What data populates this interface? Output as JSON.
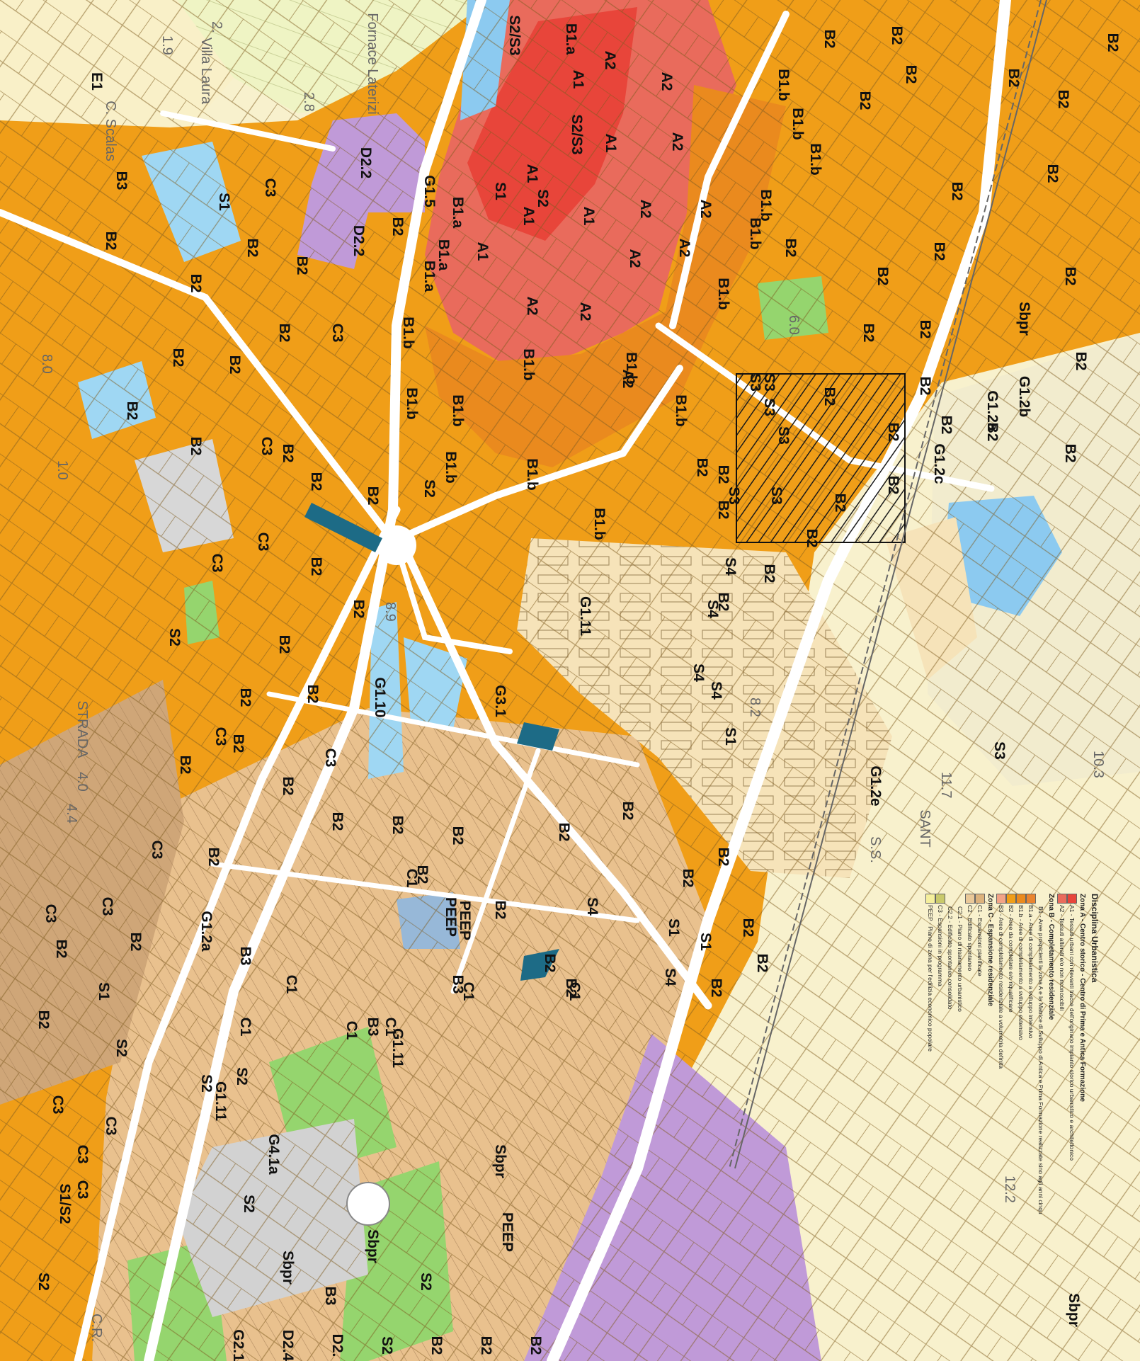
{
  "colors": {
    "A1": "#e8453a",
    "A2": "#e96b5c",
    "B1a": "#e9842f",
    "B1b": "#ea8a1e",
    "B2": "#f09e18",
    "B3": "#f2a386",
    "C1": "#dcb27c",
    "C2": "#e9c898",
    "C3": "#cfa678",
    "PEEP": "#f6e3b9",
    "E1": "#fbf2cc",
    "D": "#c09ad8",
    "S1": "#9fd7f3",
    "S2": "#8ccaf0",
    "G": "#97b8d8",
    "Sbpr": "#95d56e",
    "agri": "#eff4c4",
    "grey": "#d2d2d2",
    "street": "#ffffff"
  },
  "places": [
    "Villa Laura",
    "C. Scalas",
    "Fornace Laterizi",
    "STRADA",
    "SANT",
    "S.S.",
    "C.R."
  ],
  "spot_heights": [
    "1.9",
    "2.",
    "2.8",
    "8.9",
    "8.2",
    "6.0",
    "10.3",
    "11.7",
    "12.2",
    "4.4",
    "1.0",
    "4.0",
    "8.0"
  ],
  "zones": [
    "E1",
    "B3",
    "S1",
    "C3",
    "D2.2",
    "D2.2",
    "G1.5",
    "B2",
    "S2/S3",
    "S2/S3",
    "B1.a",
    "B1.a",
    "A2",
    "A1",
    "A1",
    "A2",
    "A2",
    "A1",
    "A1",
    "S1",
    "S2",
    "A1",
    "A1",
    "A2",
    "A2",
    "A2",
    "A2",
    "A2",
    "A2",
    "A2",
    "B1.b",
    "B1.b",
    "B1.b",
    "B1.b",
    "B1.b",
    "B1.b",
    "B1.b",
    "B1.b",
    "B1.b",
    "B1.b",
    "B1.b",
    "B1.b",
    "B1.b",
    "B1.b",
    "B1.b",
    "B1.a",
    "B1.a",
    "S2",
    "B2",
    "B2",
    "B2",
    "B2",
    "B2",
    "B2",
    "B2",
    "B2",
    "B2",
    "B2",
    "B2",
    "B2",
    "B2",
    "B2",
    "B2",
    "B2",
    "B2",
    "B2",
    "B2",
    "B2",
    "B2",
    "B2",
    "B2",
    "B2",
    "B2",
    "B2",
    "B2",
    "B2",
    "B2",
    "B2",
    "B2",
    "B2",
    "B2",
    "B2",
    "B2",
    "B2",
    "B2",
    "B2",
    "B2",
    "B2",
    "B2",
    "B2",
    "B2",
    "B2",
    "B2",
    "B2",
    "B2",
    "B2",
    "B2",
    "B2",
    "B2",
    "B2",
    "B2",
    "B2",
    "B2",
    "B2",
    "B2",
    "B2",
    "B2",
    "B2",
    "B2",
    "B2",
    "B2",
    "B2",
    "B2",
    "B2",
    "B2",
    "B2",
    "C3",
    "C3",
    "C3",
    "C3",
    "C3",
    "C3",
    "C3",
    "C3",
    "C3",
    "C3",
    "C3",
    "C3",
    "C3",
    "C1",
    "C1",
    "C1",
    "C1",
    "C1",
    "C1",
    "C1",
    "S1",
    "S1",
    "S1",
    "S1",
    "S1/S2",
    "S2",
    "S2",
    "S2",
    "S2",
    "S2",
    "S2",
    "S2",
    "S3",
    "S3",
    "S3",
    "S3",
    "S3",
    "S3",
    "S3",
    "S4",
    "S4",
    "S4",
    "S4",
    "S4",
    "S4",
    "G1.11",
    "G1.11",
    "G1.11",
    "G1.2a",
    "G1.2a",
    "G1.2b",
    "G1.2c",
    "G1.2e",
    "G1.10",
    "G3.1",
    "G4.1a",
    "Sbpr",
    "Sbpr",
    "Sbpr",
    "Sbpr",
    "Sbpr",
    "PEEP",
    "PEEP",
    "PEEP",
    "B3",
    "B3",
    "B3",
    "B3",
    "G2.1",
    "D2.4",
    "D2.",
    "S2",
    "B2",
    "B2",
    "B2"
  ],
  "legend": {
    "title": "Disciplina Urbanistica",
    "zoneA": "Zona A - Centro storico - Centro di Prima e Antica Formazione",
    "A1": "A1 - Tessuti urbani con rilevanti tracce dell'originario impianto storico urbanistico e architettonico",
    "A2": "A2 - Tessuti alterati e/o non riconoscibili",
    "zoneB": "Zona B - Completamento residenziale",
    "B1": "B1 - Aree prospicienti la zona A e la Matrice di Sviluppo di Antica e Prima Formazione realizzate sino agli anni cinqu",
    "B1a": "B1.a - Aree di completamento a sviluppo intensivo",
    "B1b": "B1.b - Aree di completamento a sviluppo estensivo",
    "B2": "B2 - Aree da completare e/o riqualificare",
    "B3": "B3 - Aree di completamento residenziale a volumetria definita",
    "zoneC": "Zona C - Espansione residenziale",
    "C1": "C1 - Espansioni pianificate",
    "C2": "C2 - Edificato spontaneo",
    "C21": "C2.1 - Piano di risanamento urbanistico",
    "C22": "C2.2 - Edificato spontaneo consolidato",
    "C3": "C3 - Espansioni in programma",
    "PEEP": "PEEP - Piano di zona per l'edilizia economico popolare"
  }
}
